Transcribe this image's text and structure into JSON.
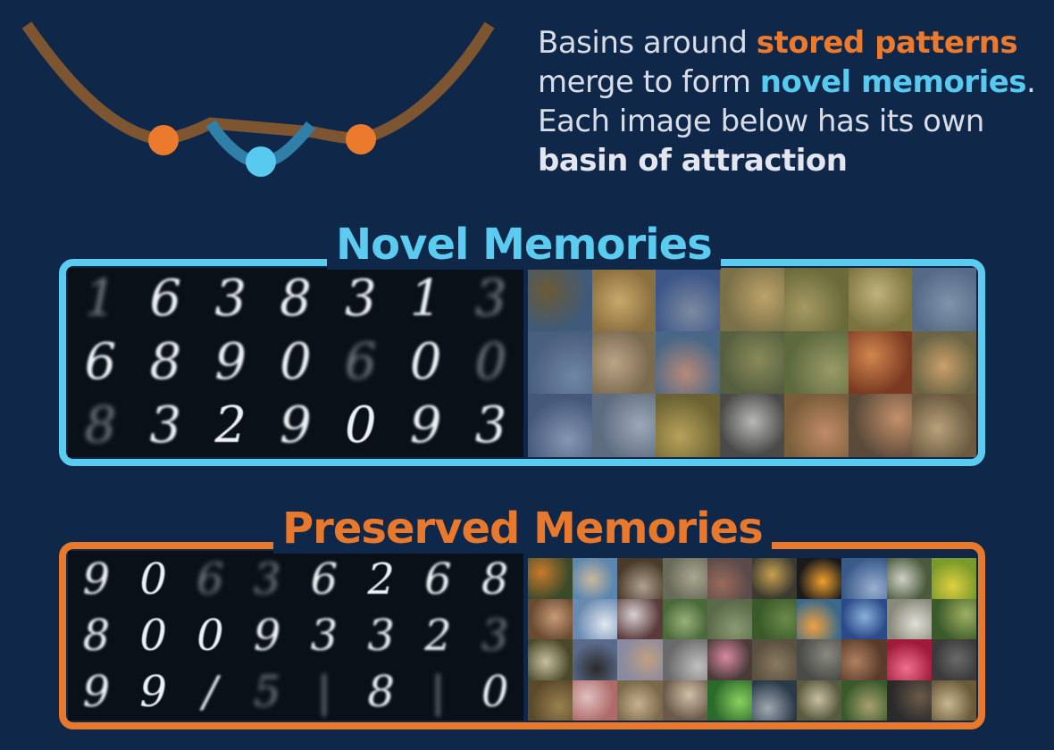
{
  "caption": {
    "part1": "Basins around ",
    "stored": "stored patterns",
    "part2": " merge to form ",
    "novel": "novel memories",
    "part3": ". Each image below has its own ",
    "basin": "basin of attraction"
  },
  "novel_section": {
    "title": "Novel Memories",
    "digits": [
      "1",
      "6",
      "3",
      "8",
      "3",
      "1",
      "3",
      "6",
      "8",
      "9",
      "0",
      "6",
      "0",
      "0",
      "8",
      "3",
      "2",
      "9",
      "0",
      "9",
      "3"
    ],
    "tiles": [
      [
        "#3f5a7a",
        "#6a5a36"
      ],
      [
        "#8a7040",
        "#c9a86a"
      ],
      [
        "#3c5688",
        "#7d8aa0"
      ],
      [
        "#7a7048",
        "#bda26a"
      ],
      [
        "#6b6a3a",
        "#a49a62"
      ],
      [
        "#7c7440",
        "#c2b27c"
      ],
      [
        "#556a86",
        "#7f94aa"
      ],
      [
        "#4a5e7e",
        "#6f86a4"
      ],
      [
        "#7a6a4e",
        "#bca486"
      ],
      [
        "#486686",
        "#b88a78"
      ],
      [
        "#566040",
        "#8a8a5a"
      ],
      [
        "#5e6a3e",
        "#9a9a66"
      ],
      [
        "#7a3a22",
        "#d0864e"
      ],
      [
        "#6a6444",
        "#caa06a"
      ],
      [
        "#46587a",
        "#8496b0"
      ],
      [
        "#5e6c80",
        "#9aa8b6"
      ],
      [
        "#6a6232",
        "#b8a25a"
      ],
      [
        "#4a4a48",
        "#b8b8b8"
      ],
      [
        "#7a5e3a",
        "#c28a68"
      ],
      [
        "#5a4a3a",
        "#c4906a"
      ],
      [
        "#6a5a40",
        "#b8a07a"
      ]
    ]
  },
  "preserved_section": {
    "title": "Preserved Memories",
    "digits": [
      "9",
      "0",
      "6",
      "3",
      "6",
      "2",
      "6",
      "8",
      "8",
      "0",
      "0",
      "9",
      "3",
      "3",
      "2",
      "3",
      "9",
      "9",
      "/",
      "5",
      "|",
      "8",
      "|",
      "0"
    ],
    "tiles": [
      [
        "#3a4a2a",
        "#c87a2a"
      ],
      [
        "#5a86b0",
        "#c9b89a"
      ],
      [
        "#4a3a2a",
        "#b0a090"
      ],
      [
        "#6a6a5a",
        "#a8a890"
      ],
      [
        "#5a4a4a",
        "#9a6a5a"
      ],
      [
        "#3a3a30",
        "#c8a050"
      ],
      [
        "#1a1a1a",
        "#f0a030"
      ],
      [
        "#3a5a8a",
        "#9ab0d0"
      ],
      [
        "#4a5a3a",
        "#d0d0c8"
      ],
      [
        "#7a9a2a",
        "#e0d040"
      ],
      [
        "#6a4a30",
        "#c89a7a"
      ],
      [
        "#6a8ab0",
        "#e0e8f0"
      ],
      [
        "#5a3a3a",
        "#d8d0d0"
      ],
      [
        "#4a6a3a",
        "#9ab07a"
      ],
      [
        "#5a6a4a",
        "#8a9a70"
      ],
      [
        "#3a5a2a",
        "#6a8a4a"
      ],
      [
        "#3a6a8a",
        "#f0a040"
      ],
      [
        "#2a4a8a",
        "#8ab0d8"
      ],
      [
        "#8a8a7a",
        "#e0e0d8"
      ],
      [
        "#3a5a2a",
        "#a0b060"
      ],
      [
        "#4a4a2a",
        "#c8c0a0"
      ],
      [
        "#5a6a8a",
        "#2a2a2a"
      ],
      [
        "#8a8aa0",
        "#c0a080"
      ],
      [
        "#6a6a6a",
        "#c0c0c0"
      ],
      [
        "#4a3a3a",
        "#d88aa0"
      ],
      [
        "#5a5040",
        "#8a7a60"
      ],
      [
        "#4a4a48",
        "#8a8a80"
      ],
      [
        "#5a3a2a",
        "#b08060"
      ],
      [
        "#a01a3a",
        "#f07090"
      ],
      [
        "#3a3a3a",
        "#6a6a6a"
      ],
      [
        "#5a4a2a",
        "#9a8050"
      ],
      [
        "#b06a6a",
        "#e0c0c0"
      ],
      [
        "#7a6a4a",
        "#c8b090"
      ],
      [
        "#6a5a4a",
        "#d0c0a8"
      ],
      [
        "#2a6a2a",
        "#8ad060"
      ],
      [
        "#2a3a4a",
        "#a0a8b0"
      ],
      [
        "#5a5a40",
        "#c8c0a0"
      ],
      [
        "#3a5a2a",
        "#a8a070"
      ],
      [
        "#2a2a2a",
        "#6a5a4a"
      ],
      [
        "#6a5a3a",
        "#c8b890"
      ]
    ]
  }
}
